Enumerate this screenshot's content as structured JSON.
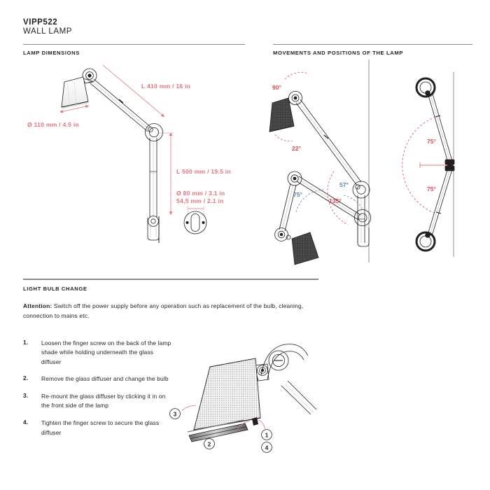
{
  "document": {
    "product_code": "VIPP522",
    "product_type": "WALL LAMP"
  },
  "sections": {
    "dimensions_title": "LAMP DIMENSIONS",
    "movements_title": "MOVEMENTS AND POSITIONS OF THE LAMP",
    "bulb_title": "LIGHT BULB CHANGE"
  },
  "colors": {
    "dimension_red": "#e8737a",
    "angle_red": "#e04a52",
    "angle_blue": "#5b87b5",
    "line_dark": "#231f20",
    "rule_gray": "#8a8a8a",
    "shade_dark": "#3a3a3a"
  },
  "dimensions": {
    "arm_upper_length": "L 410 mm / 16 in",
    "shade_diameter": "Ø 110 mm / 4.5 in",
    "arm_lower_length": "L 500 mm / 19.5 in",
    "base_diameter": "Ø 80 mm / 3.1 in",
    "base_width": "54,5 mm / 2.1 in"
  },
  "movements": {
    "side_view_angles": [
      {
        "value": "90°",
        "color": "red"
      },
      {
        "value": "22°",
        "color": "red"
      },
      {
        "value": "135°",
        "color": "red"
      },
      {
        "value": "57°",
        "color": "blue"
      },
      {
        "value": "75°",
        "color": "blue"
      }
    ],
    "top_view_angles": [
      {
        "value": "75°",
        "color": "red"
      },
      {
        "value": "75°",
        "color": "red"
      }
    ]
  },
  "bulb_change": {
    "attention_label": "Attention:",
    "attention_text": " Switch off the power supply before any operation such as replacement of the bulb, cleaning, connection to mains etc.",
    "steps": [
      {
        "number": "1.",
        "text": "Loosen the finger screw on the back of the lamp shade while holding underneath the glass diffuser"
      },
      {
        "number": "2.",
        "text": "Remove the glass diffuser and change the bulb"
      },
      {
        "number": "3.",
        "text": "Re-mount the glass diffuser by clicking it in on the front side of the lamp"
      },
      {
        "number": "4.",
        "text": "Tighten the finger screw to secure the glass diffuser"
      }
    ],
    "callouts": [
      {
        "label": "3",
        "position": "left"
      },
      {
        "label": "2",
        "position": "bottom-center"
      },
      {
        "label": "1",
        "position": "right-upper"
      },
      {
        "label": "4",
        "position": "right-lower"
      }
    ]
  }
}
